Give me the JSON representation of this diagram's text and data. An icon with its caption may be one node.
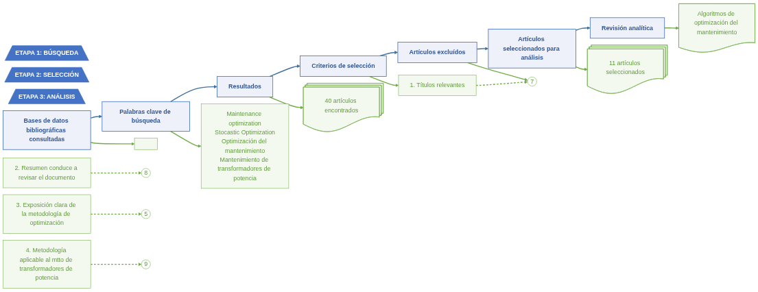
{
  "diagram": {
    "nodes": [
      {
        "text": [
          "ETAPA 1: BÚSQUEDA"
        ]
      },
      {
        "text": [
          "ETAPA 2: SELECCIÓN"
        ]
      },
      {
        "text": [
          "ETAPA 3: ANÁLISIS"
        ]
      },
      {
        "text": [
          "Bases de datos bibliográficas consultadas"
        ]
      },
      {
        "text": [
          "Palabras clave de búsqueda"
        ]
      },
      {
        "text": [
          "Resultados"
        ]
      },
      {
        "text": [
          "Criterios de selección"
        ]
      },
      {
        "text": [
          "Artículos excluídos"
        ]
      },
      {
        "text": [
          "Artículos seleccionados para análisis"
        ]
      },
      {
        "text": [
          "Revisión analítica"
        ]
      },
      {
        "text": [],
        "shape": "box"
      },
      {
        "text": [
          "Maintenance optimization",
          "Stocastic Optimization",
          "Optimización del mantenimiento",
          "Mantenimiento de transformadores de potencia"
        ]
      },
      {
        "text": [
          "40 artículos encontrados"
        ]
      },
      {
        "text": [
          "1. Títulos relevantes"
        ]
      },
      {
        "text": [
          "2. Resumen conduce a revisar el documento"
        ]
      },
      {
        "text": [
          "3. Exposición clara de la metodología de optimización"
        ]
      },
      {
        "text": [
          "4. Metodología aplicable al mtto de transformadores de potencia"
        ]
      },
      {
        "text": [
          "7"
        ]
      },
      {
        "text": [
          "8"
        ]
      },
      {
        "text": [
          "5"
        ]
      },
      {
        "text": [
          "9"
        ]
      },
      {
        "text": [
          "11 artículos seleccionados"
        ]
      },
      {
        "text": [
          "Algoritmos de optimización del mantenimiento"
        ]
      }
    ],
    "edges": [
      {
        "from": 3,
        "to": 4,
        "arrow": "to",
        "color": "#41719c"
      },
      {
        "from": 4,
        "to": 5,
        "arrow": "to",
        "color": "#41719c"
      },
      {
        "from": 5,
        "to": 6,
        "arrow": "to",
        "color": "#41719c"
      },
      {
        "from": 6,
        "to": 7,
        "arrow": "to",
        "color": "#41719c"
      },
      {
        "from": 7,
        "to": 8,
        "arrow": "to",
        "color": "#41719c"
      },
      {
        "from": 8,
        "to": 9,
        "arrow": "to",
        "color": "#41719c"
      },
      {
        "from": 3,
        "to": 10,
        "arrow": "to"
      },
      {
        "from": 4,
        "to": 11,
        "arrow": "to"
      },
      {
        "from": 5,
        "to": 12,
        "arrow": "to"
      },
      {
        "from": 6,
        "to": 13,
        "arrow": "to"
      },
      {
        "from": 7,
        "to": 17,
        "arrow": "to"
      },
      {
        "from": 8,
        "to": 21,
        "arrow": "to"
      },
      {
        "from": 9,
        "to": 22,
        "arrow": "to"
      },
      {
        "from": 13,
        "to": 17,
        "arrow": "to",
        "style": "dashed"
      },
      {
        "from": 14,
        "to": 18,
        "arrow": "to",
        "style": "dashed"
      },
      {
        "from": 15,
        "to": 19,
        "arrow": "to",
        "style": "dashed"
      },
      {
        "from": 16,
        "to": 20,
        "arrow": "to",
        "style": "dashed"
      }
    ]
  }
}
